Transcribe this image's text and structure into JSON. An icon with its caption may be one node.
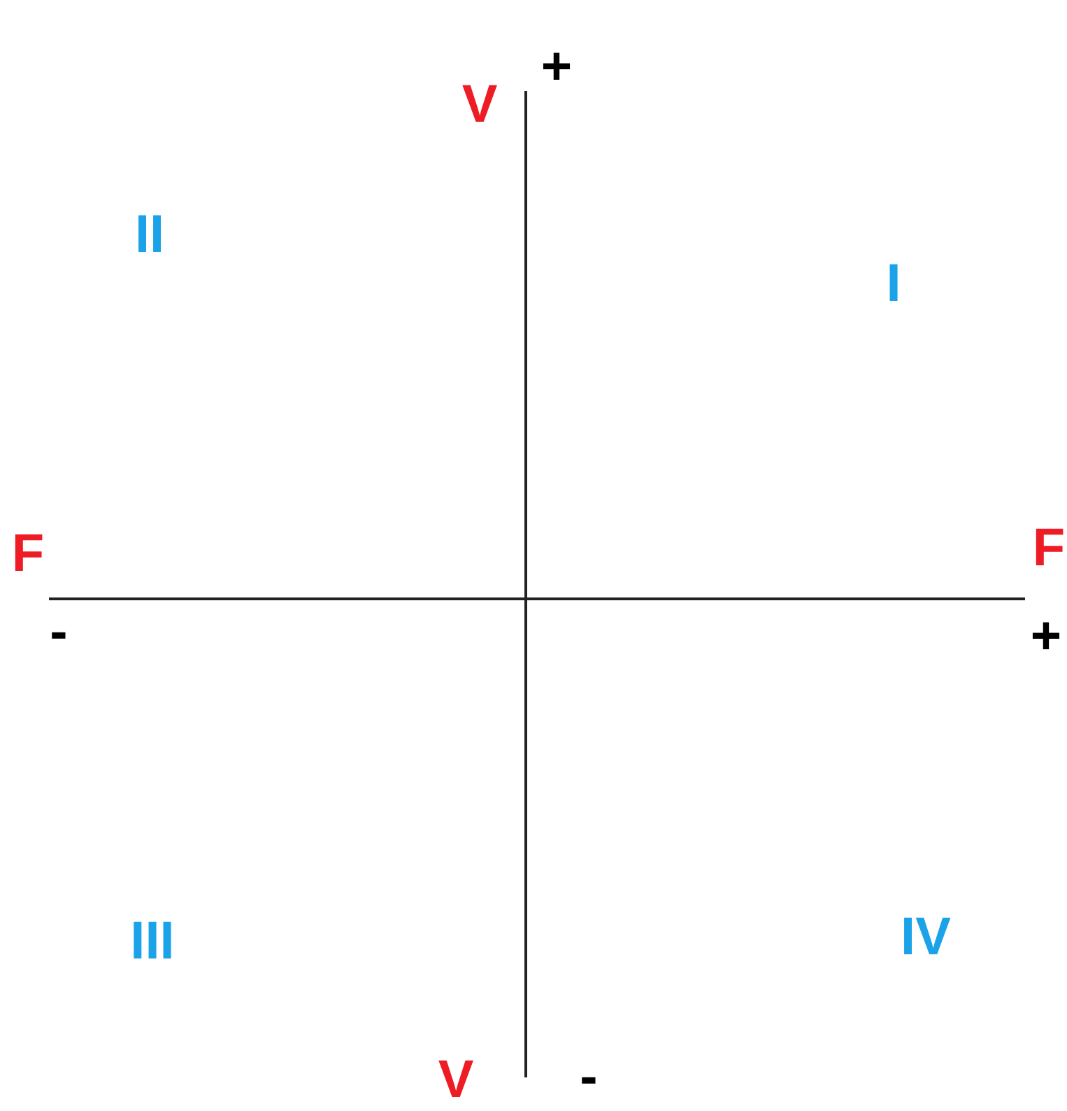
{
  "diagram": {
    "labels": [
      "V",
      "+",
      "II",
      "I",
      "F",
      "F",
      "-",
      "+",
      "III",
      "IV",
      "V",
      "-"
    ]
  }
}
